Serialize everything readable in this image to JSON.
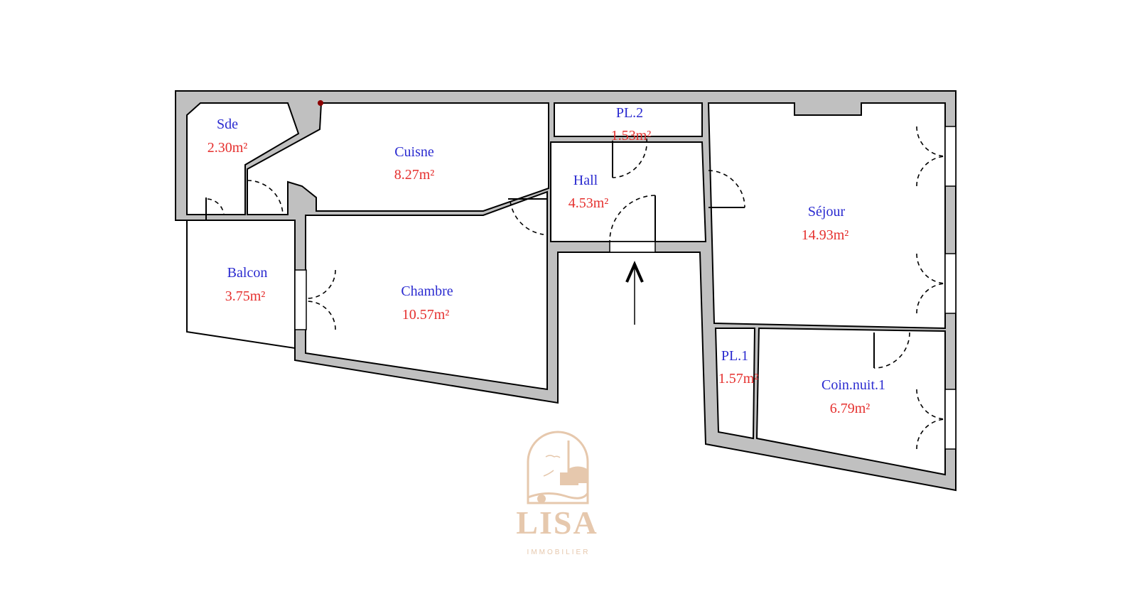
{
  "rooms": [
    {
      "name": "Sde",
      "area": "2.30m²"
    },
    {
      "name": "Cuisne",
      "area": "8.27m²"
    },
    {
      "name": "PL.2",
      "area": "1.53m²"
    },
    {
      "name": "Hall",
      "area": "4.53m²"
    },
    {
      "name": "Séjour",
      "area": "14.93m²"
    },
    {
      "name": "Balcon",
      "area": "3.75m²"
    },
    {
      "name": "Chambre",
      "area": "10.57m²"
    },
    {
      "name": "PL.1",
      "area": "1.57m²"
    },
    {
      "name": "Coin.nuit.1",
      "area": "6.79m²"
    }
  ],
  "logo": {
    "brand": "LISA",
    "tagline": "IMMOBILIER"
  },
  "colors": {
    "room_name": "#2b2bd0",
    "room_area": "#e5302e",
    "wall": "#c0c0c0",
    "logo": "#e6c8ad"
  },
  "icons": {
    "entrance": "entrance-arrow-icon"
  }
}
